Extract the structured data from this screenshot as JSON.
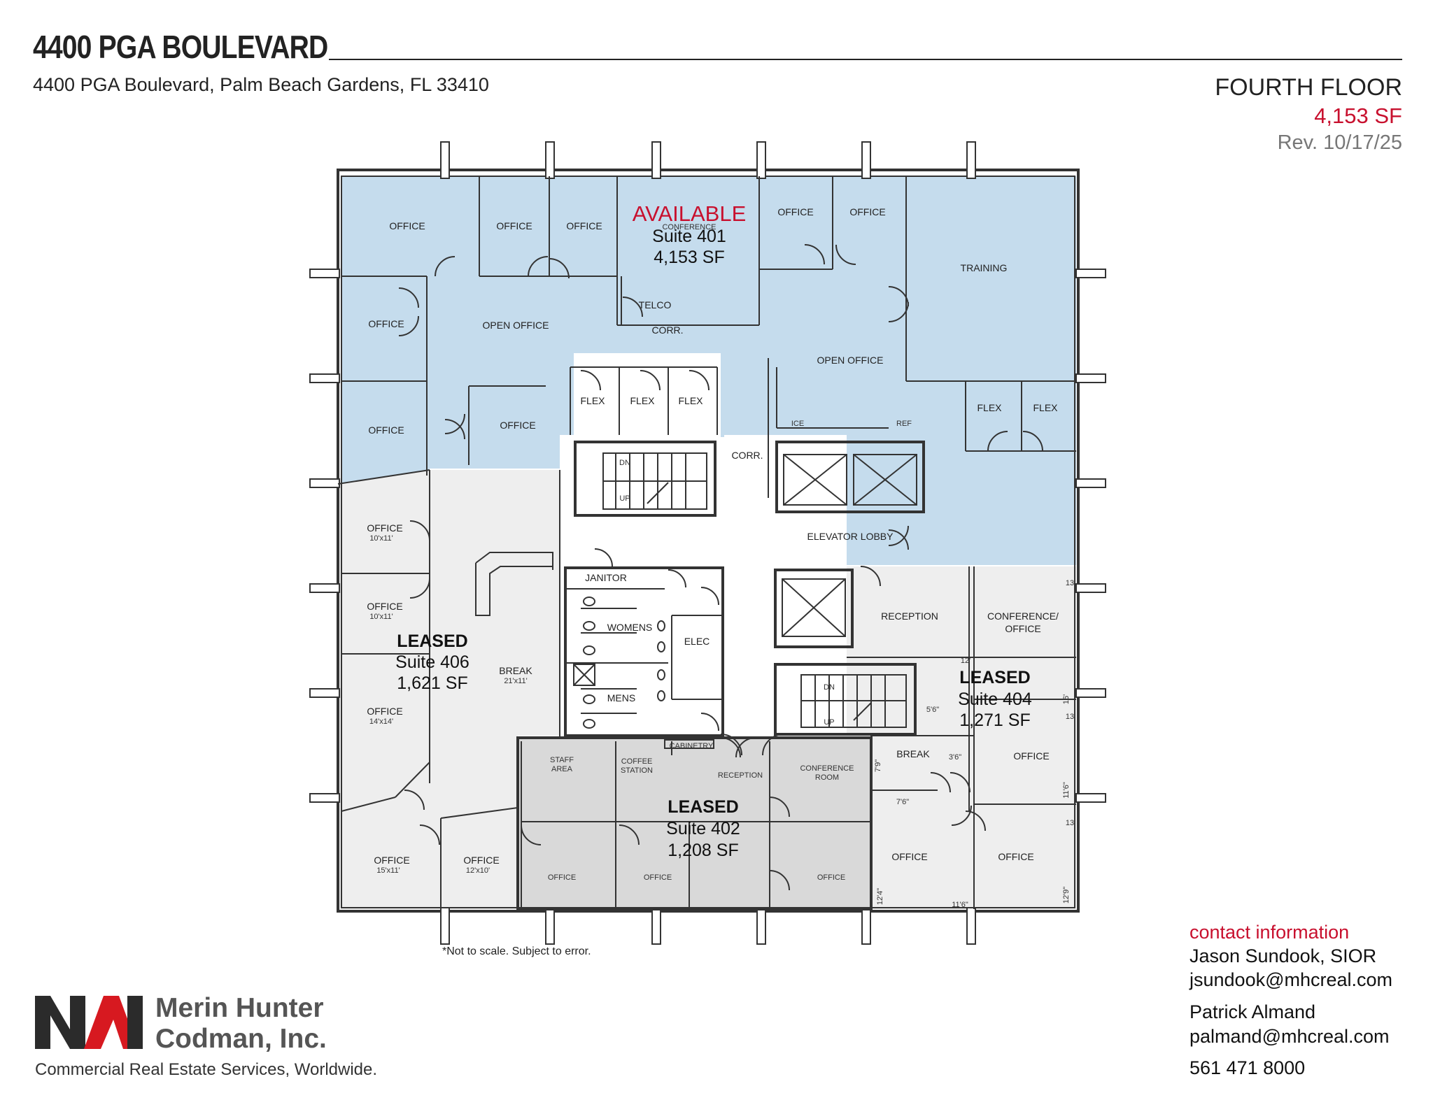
{
  "header": {
    "title": "4400 PGA BOULEVARD",
    "address": "4400 PGA Boulevard, Palm Beach Gardens, FL 33410",
    "floor": "FOURTH FLOOR",
    "area": "4,153 SF",
    "revision": "Rev. 10/17/25"
  },
  "colors": {
    "available": "#c5dced",
    "leased_light": "#eeeeee",
    "leased_dark": "#d9d9d9",
    "accent": "#c8102e"
  },
  "suites": {
    "s401": {
      "status": "AVAILABLE",
      "name": "Suite 401",
      "area": "4,153 SF"
    },
    "s406": {
      "status": "LEASED",
      "name": "Suite 406",
      "area": "1,621 SF"
    },
    "s404": {
      "status": "LEASED",
      "name": "Suite 404",
      "area": "1,271 SF"
    },
    "s402": {
      "status": "LEASED",
      "name": "Suite 402",
      "area": "1,208 SF"
    }
  },
  "rooms": {
    "office": "OFFICE",
    "open_office": "OPEN OFFICE",
    "conference": "CONFERENCE",
    "telco": "TELCO",
    "corr": "CORR.",
    "training": "TRAINING",
    "flex": "FLEX",
    "dn": "DN",
    "up": "UP",
    "ice": "ICE",
    "ref": "REF",
    "elevator_lobby": "ELEVATOR LOBBY",
    "janitor": "JANITOR",
    "womens": "WOMENS",
    "mens": "MENS",
    "elec": "ELEC",
    "reception": "RECEPTION",
    "reception_lower": "RECEPTION",
    "conference_office_1": "CONFERENCE/",
    "conference_office_2": "OFFICE",
    "break_upper": "BREAK",
    "break": "BREAK",
    "break_dim": "21'x11'",
    "staff_area_1": "STAFF",
    "staff_area_2": "AREA",
    "coffee_1": "COFFEE",
    "coffee_2": "STATION",
    "cabinetry": "CABINETRY",
    "conf_room_1": "CONFERENCE",
    "conf_room_2": "ROOM",
    "dim_10x11": "10'x11'",
    "dim_14x14": "14'x14'",
    "dim_15x11": "15'x11'",
    "dim_12x10": "12'x10'",
    "dim_13": "13'",
    "dim_12": "12'",
    "dim_16": "16'",
    "dim_5_6": "5'6\"",
    "dim_7_9": "7'9\"",
    "dim_3_6": "3'6\"",
    "dim_7_6": "7'6\"",
    "dim_11_6": "11'6\"",
    "dim_12_4": "12'4\"",
    "dim_12_9": "12'9\""
  },
  "note": "*Not to scale.  Subject to error.",
  "contact": {
    "heading": "contact information",
    "name1": "Jason Sundook, SIOR",
    "email1": "jsundook@mhcreal.com",
    "name2": "Patrick Almand",
    "email2": "palmand@mhcreal.com",
    "phone": "561 471 8000"
  },
  "logo": {
    "mark": "NAI",
    "name_line1": "Merin Hunter",
    "name_line2": "Codman, Inc.",
    "tagline": "Commercial Real Estate Services, Worldwide."
  }
}
